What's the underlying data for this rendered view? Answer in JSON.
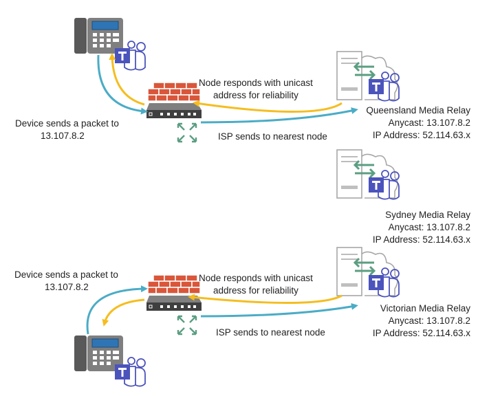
{
  "top_scenario": {
    "device_label": [
      "Device sends a packet to",
      "13.107.8.2"
    ],
    "node_response_label": [
      "Node responds with unicast",
      "address for reliability"
    ],
    "isp_label": "ISP sends to nearest node"
  },
  "bottom_scenario": {
    "device_label": [
      "Device sends a packet to",
      "13.107.8.2"
    ],
    "node_response_label": [
      "Node responds with unicast",
      "address for reliability"
    ],
    "isp_label": "ISP sends to nearest node"
  },
  "relays": [
    {
      "name": "Queensland Media Relay",
      "anycast": "Anycast: 13.107.8.2",
      "ip": "IP Address: 52.114.63.x"
    },
    {
      "name": "Sydney Media Relay",
      "anycast": "Anycast: 13.107.8.2",
      "ip": "IP Address: 52.114.63.x"
    },
    {
      "name": "Victorian Media Relay",
      "anycast": "Anycast: 13.107.8.2",
      "ip": "IP Address: 52.114.63.x"
    }
  ],
  "colors": {
    "request_arrow": "#4bacc6",
    "response_arrow": "#f5bd1f",
    "firewall_brick": "#d9563a",
    "router_body": "#3f3f3f",
    "teams_purple": "#4b53bc",
    "relay_arrow": "#5b9e82"
  },
  "icons": [
    "ip-phone-icon",
    "teams-icon",
    "firewall-icon",
    "router-icon",
    "server-icon",
    "media-relay-icon"
  ]
}
